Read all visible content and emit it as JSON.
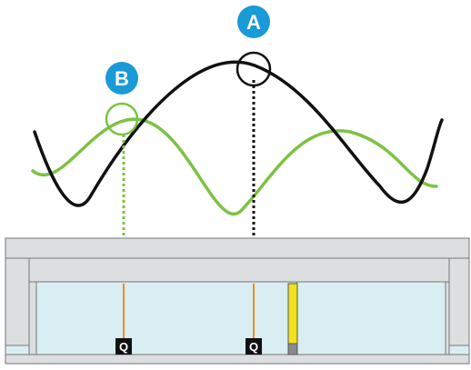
{
  "markers": {
    "a": {
      "label": "A",
      "color": "#1a9ad6"
    },
    "b": {
      "label": "B",
      "color": "#1a9ad6"
    }
  },
  "sensors": [
    {
      "label": "Q"
    },
    {
      "label": "Q"
    }
  ],
  "colors": {
    "black_wave": "#111111",
    "green_wave": "#7dc242",
    "glass": "#d9eef3",
    "frame": "#dcdedf",
    "frame_edge": "#777777",
    "wire": "#f08a24",
    "yellow_bar": "#f2e21c",
    "gray_tip": "#8a8a8a"
  },
  "icons": {
    "sensor": "square-sensor-icon",
    "marker": "circle-letter-icon"
  }
}
